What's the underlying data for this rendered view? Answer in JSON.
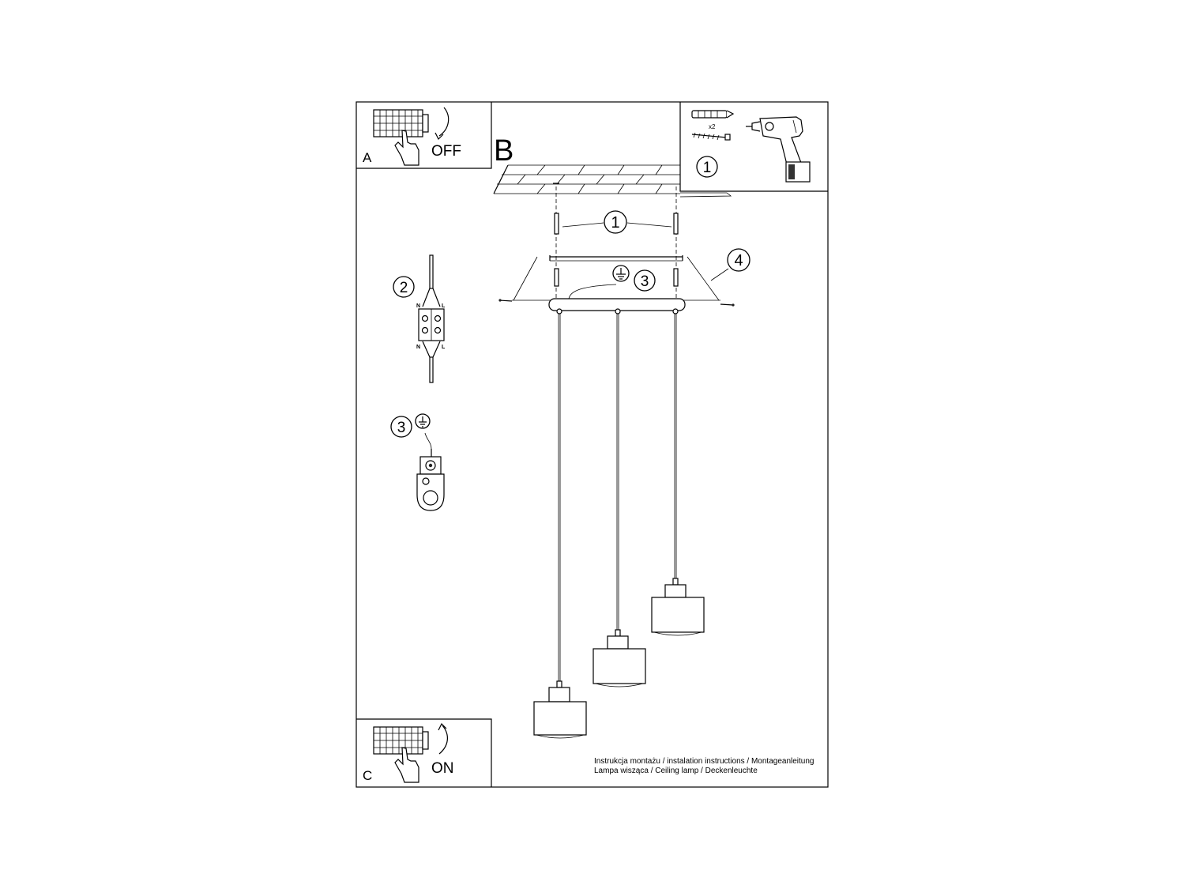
{
  "panels": {
    "a": {
      "letter": "A",
      "action": "OFF"
    },
    "b": {
      "letter": "B"
    },
    "c": {
      "letter": "C",
      "action": "ON"
    }
  },
  "tools": {
    "quantity": "x2",
    "callout": "1"
  },
  "callouts": {
    "screws": "1",
    "wiring": "2",
    "earth": "3",
    "earth_main": "3",
    "canopy": "4"
  },
  "terminal_labels": {
    "neutral": "N",
    "live": "L"
  },
  "caption": {
    "line1": "Instrukcja montażu / instalation instructions / Montageanleitung",
    "line2": "Lampa wisząca / Ceiling lamp / Deckenleuchte"
  }
}
